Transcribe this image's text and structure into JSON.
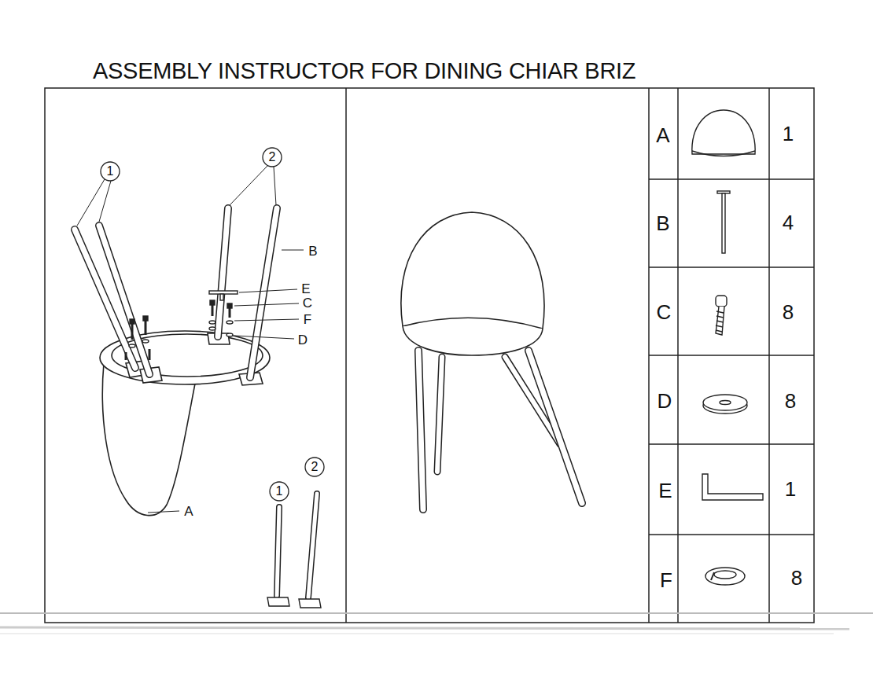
{
  "diagram": {
    "title": "ASSEMBLY INSTRUCTOR FOR DINING CHIAR BRIZ",
    "nodes": [
      {
        "text": [
          "1"
        ]
      },
      {
        "text": [
          "2"
        ]
      },
      {
        "text": [
          "1"
        ]
      },
      {
        "text": [
          "2"
        ]
      }
    ],
    "labels": [
      "B",
      "E",
      "C",
      "F",
      "D",
      "A",
      "A",
      "1",
      "B",
      "4",
      "C",
      "8",
      "D",
      "8",
      "E",
      "1",
      "F",
      "8"
    ]
  }
}
